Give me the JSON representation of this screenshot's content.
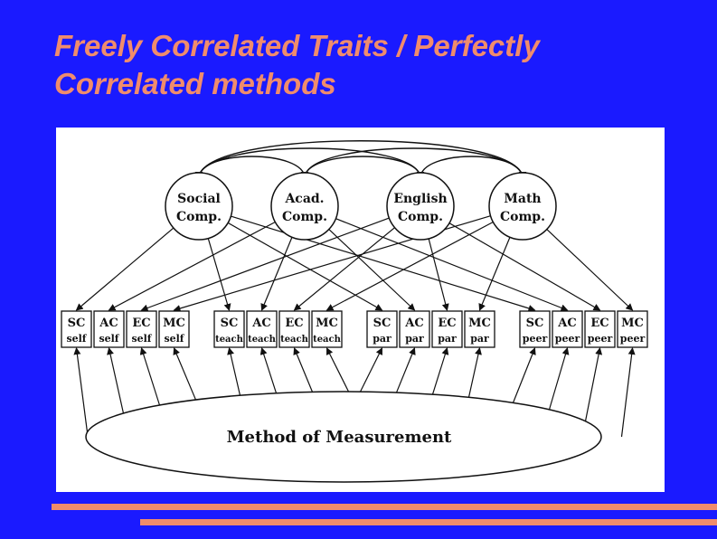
{
  "title": {
    "line1": "Freely Correlated Traits / Perfectly",
    "line2": "Correlated methods"
  },
  "diagram": {
    "traits": [
      {
        "line1": "Social",
        "line2": "Comp."
      },
      {
        "line1": "Acad.",
        "line2": "Comp."
      },
      {
        "line1": "English",
        "line2": "Comp."
      },
      {
        "line1": "Math",
        "line2": "Comp."
      }
    ],
    "indicators": [
      {
        "trait": "SC",
        "method": "self"
      },
      {
        "trait": "AC",
        "method": "self"
      },
      {
        "trait": "EC",
        "method": "self"
      },
      {
        "trait": "MC",
        "method": "self"
      },
      {
        "trait": "SC",
        "method": "teach"
      },
      {
        "trait": "AC",
        "method": "teach"
      },
      {
        "trait": "EC",
        "method": "teach"
      },
      {
        "trait": "MC",
        "method": "teach"
      },
      {
        "trait": "SC",
        "method": "par"
      },
      {
        "trait": "AC",
        "method": "par"
      },
      {
        "trait": "EC",
        "method": "par"
      },
      {
        "trait": "MC",
        "method": "par"
      },
      {
        "trait": "SC",
        "method": "peer"
      },
      {
        "trait": "AC",
        "method": "peer"
      },
      {
        "trait": "EC",
        "method": "peer"
      },
      {
        "trait": "MC",
        "method": "peer"
      }
    ],
    "method_label": "Method of Measurement"
  },
  "colors": {
    "background": "#1a1aff",
    "title": "#f08c6c",
    "accent_bars": "#f08c6c"
  }
}
